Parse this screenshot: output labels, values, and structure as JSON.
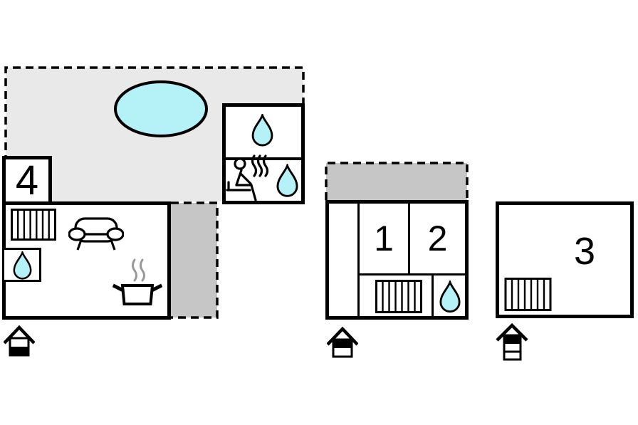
{
  "palette": {
    "wall": "#000000",
    "terrace_light": "#e9e9e9",
    "terrace_dark": "#c6c6c6",
    "water": "#b5f2f8",
    "steam_gray": "#999999",
    "background": "#ffffff"
  },
  "rooms": {
    "room1": {
      "label": "1"
    },
    "room2": {
      "label": "2"
    },
    "room3": {
      "label": "3"
    },
    "room4": {
      "label": "4"
    }
  },
  "features": {
    "pool": "swimming-pool",
    "terraces": [
      "main-terrace",
      "side-terrace",
      "annex-terrace"
    ],
    "fixtures": [
      "radiator",
      "water-drop",
      "sofa",
      "cooking-pot",
      "sauna-person",
      "steam"
    ],
    "entrance_markers": [
      {
        "building": "main-house",
        "levels": 2,
        "active_level": "lower"
      },
      {
        "building": "annex-a",
        "levels": 2,
        "active_level": "upper"
      },
      {
        "building": "annex-b",
        "levels": 3,
        "active_level": "upper"
      }
    ]
  }
}
